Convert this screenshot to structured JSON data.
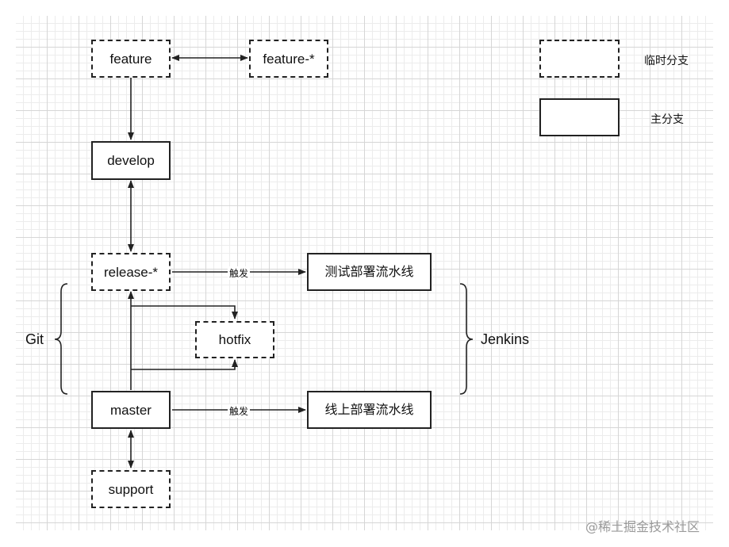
{
  "nodes": {
    "feature": "feature",
    "feature_star": "feature-*",
    "develop": "develop",
    "release": "release-*",
    "hotfix": "hotfix",
    "master": "master",
    "support": "support",
    "test_pipeline": "测试部署流水线",
    "prod_pipeline": "线上部署流水线"
  },
  "edge_labels": {
    "release_to_test": "触发",
    "master_to_prod": "触发"
  },
  "groups": {
    "git": "Git",
    "jenkins": "Jenkins"
  },
  "legend": {
    "temporary_branch": "临时分支",
    "main_branch": "主分支"
  },
  "watermark": "@稀土掘金技术社区"
}
